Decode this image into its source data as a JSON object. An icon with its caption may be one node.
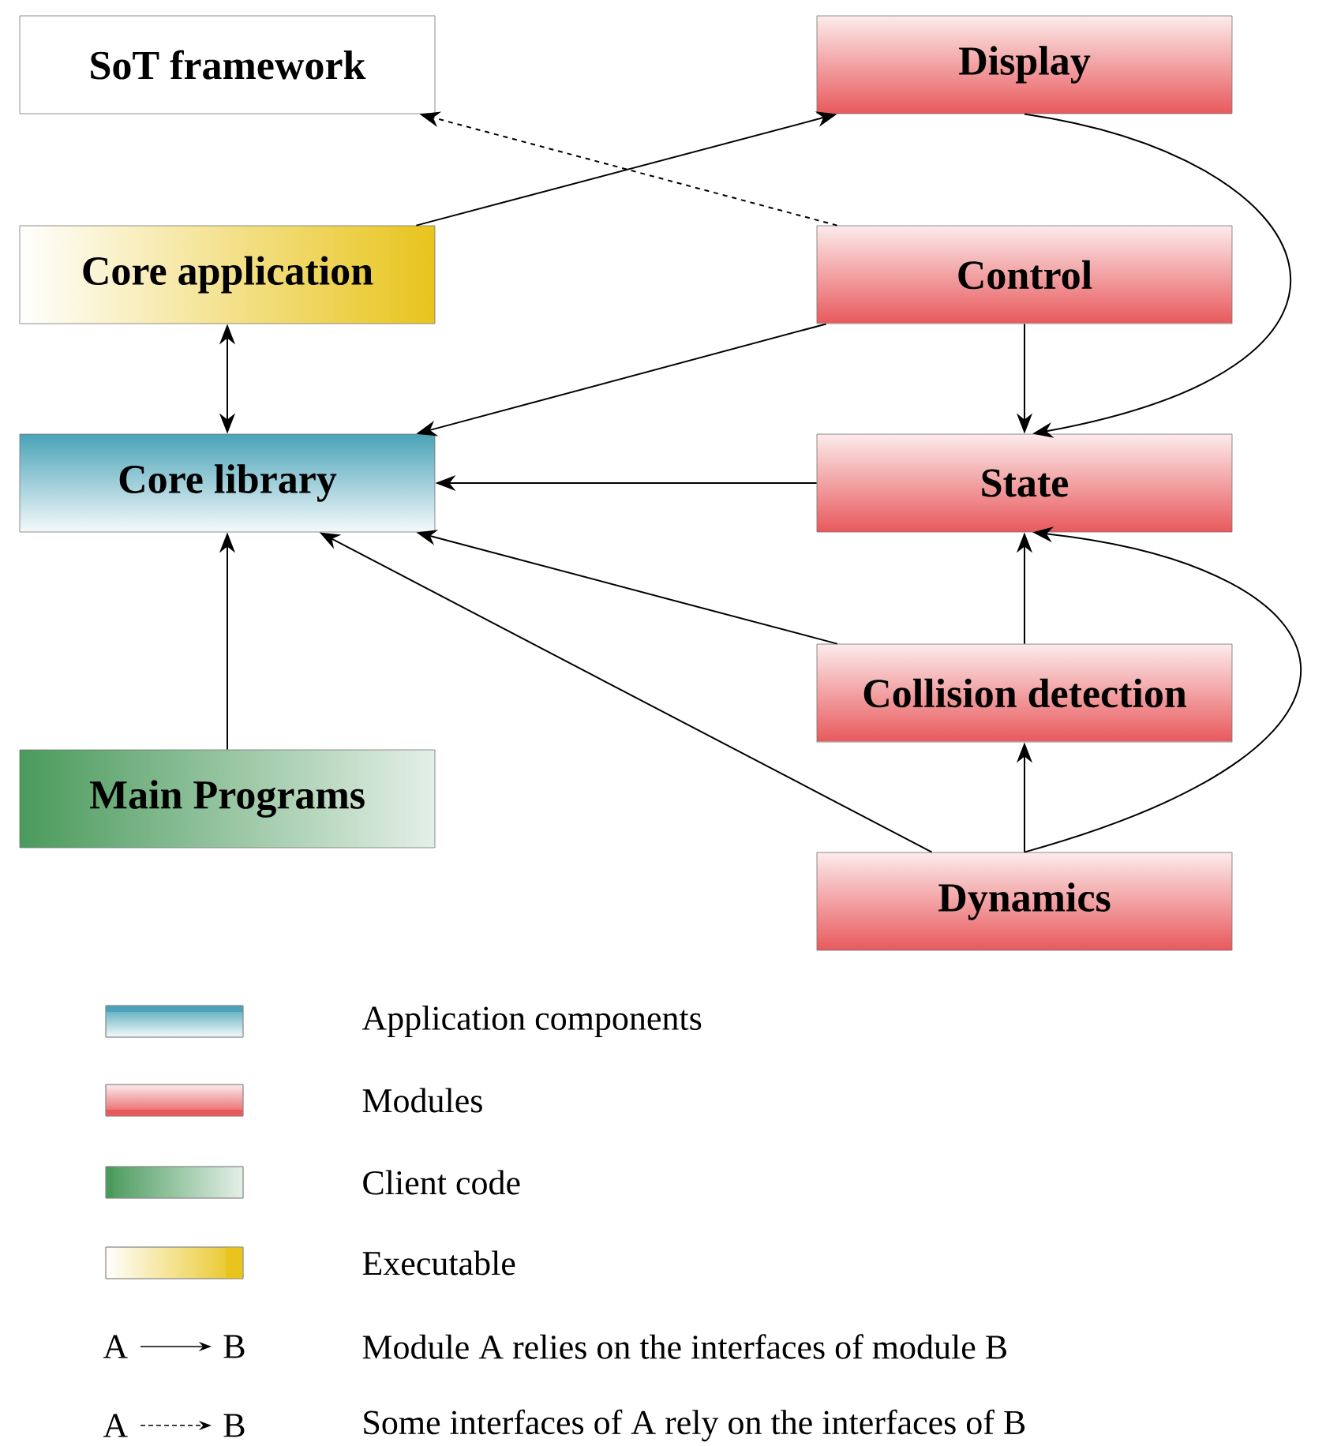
{
  "diagram": {
    "nodes": [
      {
        "text": [
          "SoT framework"
        ]
      },
      {
        "text": [
          "Display"
        ]
      },
      {
        "text": [
          "Core application"
        ]
      },
      {
        "text": [
          "Control"
        ]
      },
      {
        "text": [
          "Core library"
        ]
      },
      {
        "text": [
          "State"
        ]
      },
      {
        "text": [
          "Collision detection"
        ]
      },
      {
        "text": [
          "Main Programs"
        ]
      },
      {
        "text": [
          "Dynamics"
        ]
      }
    ],
    "edges": [
      {
        "from": 3,
        "to": 0,
        "arrow": "to",
        "style": "dashed"
      },
      {
        "from": 2,
        "to": 1,
        "arrow": "to"
      },
      {
        "from": 1,
        "to": 5,
        "arrow": "to"
      },
      {
        "from": 2,
        "to": 4,
        "arrow": "both"
      },
      {
        "from": 3,
        "to": 4,
        "arrow": "to"
      },
      {
        "from": 3,
        "to": 5,
        "arrow": "to"
      },
      {
        "from": 5,
        "to": 4,
        "arrow": "to"
      },
      {
        "from": 6,
        "to": 4,
        "arrow": "to"
      },
      {
        "from": 6,
        "to": 5,
        "arrow": "to"
      },
      {
        "from": 8,
        "to": 4,
        "arrow": "to"
      },
      {
        "from": 8,
        "to": 6,
        "arrow": "to"
      },
      {
        "from": 8,
        "to": 5,
        "arrow": "to"
      },
      {
        "from": 7,
        "to": 4,
        "arrow": "to"
      }
    ],
    "labels": [
      "A",
      "B",
      "A",
      "B"
    ],
    "legend": [
      {
        "text": "Application components",
        "color": "#4aa3b8"
      },
      {
        "text": "Modules",
        "color": "#e8595c"
      },
      {
        "text": "Client code",
        "color": "#4a9a5c"
      },
      {
        "text": "Executable",
        "color": "#e8c41c"
      },
      {
        "text": "Module A relies on the interfaces of module B"
      },
      {
        "text": "Some interfaces of A rely on the interfaces of B"
      }
    ]
  }
}
